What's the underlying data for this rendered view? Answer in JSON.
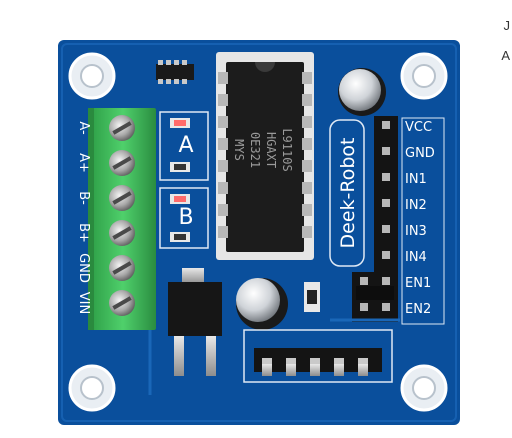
{
  "board": {
    "brand": "Deek-Robot",
    "channel_a": "A",
    "channel_b": "B",
    "chip_marking": [
      "L9110S",
      "HGAXT",
      "0E321",
      "MYS"
    ],
    "terminal_labels": [
      "A-",
      "A+",
      "B-",
      "B+",
      "GND",
      "VIN"
    ],
    "pin_labels": [
      "VCC",
      "GND",
      "IN1",
      "IN2",
      "IN3",
      "IN4",
      "EN1",
      "EN2"
    ]
  },
  "colors": {
    "pcb": "#0a4f9c",
    "pcb_light": "#1a67b8",
    "terminal_green": "#3fbf5a",
    "chip": "#1c1c1c",
    "pin": "#b7b7b7"
  },
  "page_edge": {
    "glyph_top": "J",
    "glyph_2": "A"
  }
}
